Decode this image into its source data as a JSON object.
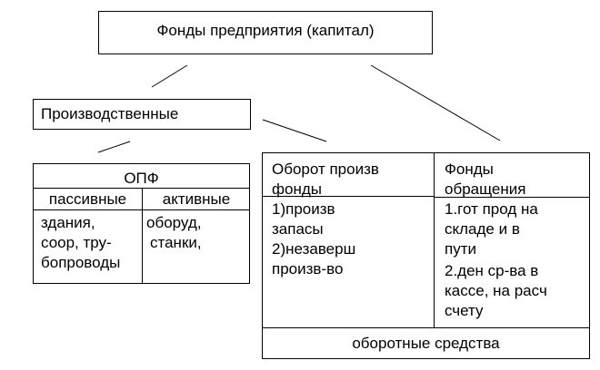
{
  "root": "Фонды предприятия (капитал)",
  "production": "Производственные",
  "opf": {
    "title": "ОПФ",
    "passive_header": "пассивные",
    "active_header": "активные",
    "passive_lines": [
      "здания,",
      "соор, тру-",
      "бопроводы"
    ],
    "active_lines": [
      "оборуд,",
      "станки,"
    ]
  },
  "turnover_prod_funds": {
    "title_lines": [
      "Оборот произв",
      "фонды"
    ],
    "item_lines": [
      "1)произв",
      "запасы",
      "2)незаверш",
      "произв-во"
    ]
  },
  "circulation_funds": {
    "title_lines": [
      "Фонды",
      "обращения"
    ],
    "item_lines": [
      "1.гот прод на",
      "складе и в",
      "пути",
      "2.ден ср-ва в",
      "кассе, на расч",
      "счету"
    ]
  },
  "working_capital": "оборотные средства"
}
